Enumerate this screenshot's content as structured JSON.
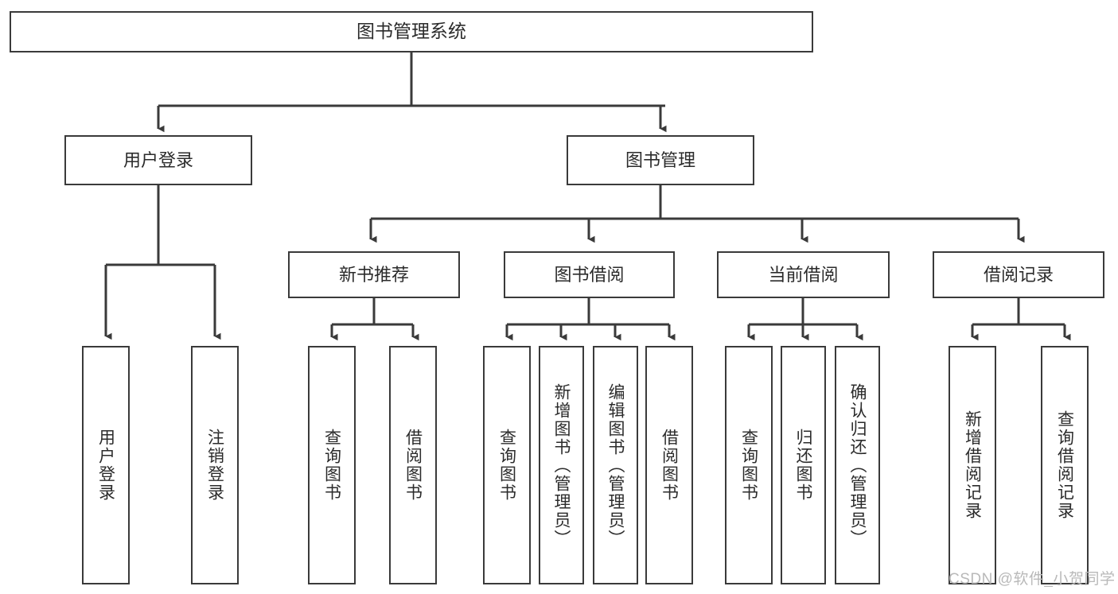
{
  "diagram": {
    "title": "图书管理系统",
    "type": "hierarchy-tree",
    "background_color": "#ffffff",
    "line_color": "#3a3a3a",
    "text_color": "#2b2b2b"
  },
  "nodes": {
    "root": {
      "label": "图书管理系统",
      "level": 1
    },
    "level2": [
      {
        "id": "user-login",
        "label": "用户登录"
      },
      {
        "id": "book-manage",
        "label": "图书管理"
      }
    ],
    "level3": [
      {
        "id": "new-book-recommend",
        "label": "新书推荐"
      },
      {
        "id": "book-borrow",
        "label": "图书借阅"
      },
      {
        "id": "current-borrow",
        "label": "当前借阅"
      },
      {
        "id": "borrow-record",
        "label": "借阅记录"
      }
    ],
    "leaves": {
      "user_login": [
        {
          "id": "leaf-user-login",
          "label": "用户登录"
        },
        {
          "id": "leaf-logout-login",
          "label": "注销登录"
        }
      ],
      "new_book_recommend": [
        {
          "id": "leaf-query-book-1",
          "label": "查询图书"
        },
        {
          "id": "leaf-borrow-book-1",
          "label": "借阅图书"
        }
      ],
      "book_borrow": [
        {
          "id": "leaf-query-book-2",
          "label": "查询图书"
        },
        {
          "id": "leaf-add-book",
          "label": "新增图书（管理员）"
        },
        {
          "id": "leaf-edit-book",
          "label": "编辑图书（管理员）"
        },
        {
          "id": "leaf-borrow-book-2",
          "label": "借阅图书"
        }
      ],
      "current_borrow": [
        {
          "id": "leaf-query-book-3",
          "label": "查询图书"
        },
        {
          "id": "leaf-return-book",
          "label": "归还图书"
        },
        {
          "id": "leaf-confirm-return",
          "label": "确认归还（管理员）"
        }
      ],
      "borrow_record": [
        {
          "id": "leaf-add-record",
          "label": "新增借阅记录"
        },
        {
          "id": "leaf-query-record",
          "label": "查询借阅记录"
        }
      ]
    }
  },
  "watermark": {
    "text": "CSDN @软件_小贺同学"
  }
}
